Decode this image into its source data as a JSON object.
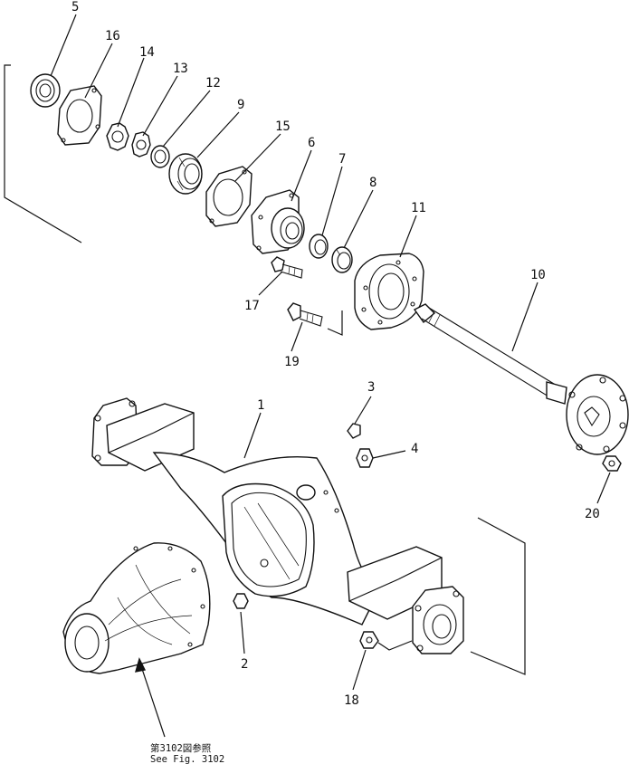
{
  "callouts": [
    "1",
    "2",
    "3",
    "4",
    "5",
    "6",
    "7",
    "8",
    "9",
    "10",
    "11",
    "12",
    "13",
    "14",
    "15",
    "16",
    "17",
    "18",
    "19",
    "20"
  ],
  "reference": {
    "line1": "第3102図参照",
    "line2": "See Fig. 3102"
  }
}
